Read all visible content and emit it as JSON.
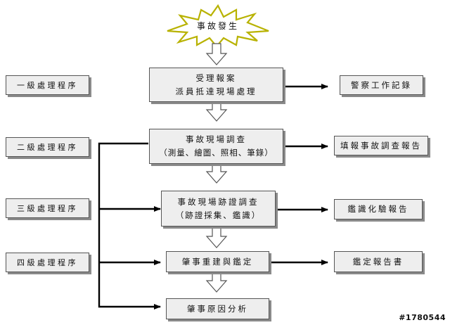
{
  "start": {
    "label": "事故發生"
  },
  "levels": [
    "一級處理程序",
    "二級處理程序",
    "三級處理程序",
    "四級處理程序"
  ],
  "steps": [
    {
      "line1": "受理報案",
      "line2": "派員抵達現場處理"
    },
    {
      "line1": "事故現場調查",
      "line2": "（測量、繪圖、照相、筆錄）"
    },
    {
      "line1": "事故現場跡證調查",
      "line2": "（跡證採集、鑑識）"
    },
    {
      "line1": "肇事重建與鑑定",
      "line2": ""
    },
    {
      "line1": "肇事原因分析",
      "line2": ""
    }
  ],
  "outputs": [
    "警察工作記錄",
    "填報事故調查報告",
    "鑑識化驗報告",
    "鑑定報告書"
  ],
  "watermark": "#1780544"
}
